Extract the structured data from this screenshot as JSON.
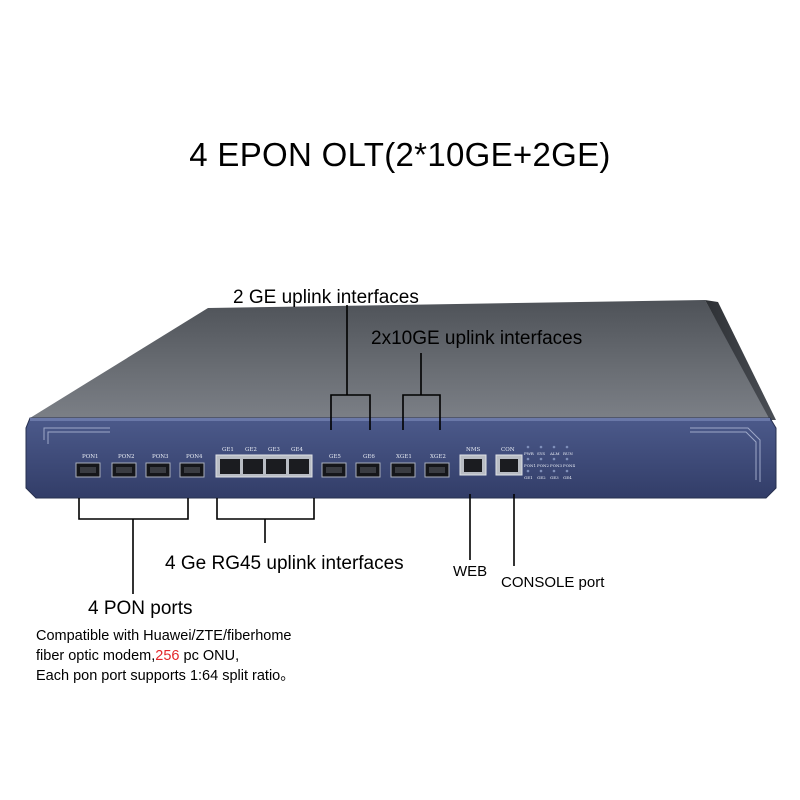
{
  "title": "4 EPON OLT(2*10GE+2GE)",
  "callouts": {
    "ge_uplink": "2 GE uplink interfaces",
    "tenge_uplink": "2x10GE uplink interfaces",
    "rj45_uplink": "4 Ge RG45 uplink interfaces",
    "pon_ports": "4 PON ports",
    "web": "WEB",
    "console": "CONSOLE port"
  },
  "description": {
    "line1": "Compatible with Huawei/ZTE/fiberhome",
    "line2_pre": " fiber optic modem,",
    "line2_highlight": "256",
    "line2_post": " pc ONU,",
    "line3": "Each pon port supports 1:64 split ratio。"
  },
  "panel_labels": {
    "pon": [
      "PON1",
      "PON2",
      "PON3",
      "PON4"
    ],
    "ge_rj45": [
      "GE1",
      "GE2",
      "GE3",
      "GE4"
    ],
    "ge_sfp": [
      "GE5",
      "GE6"
    ],
    "xge_sfp": [
      "XGE1",
      "XGE2"
    ],
    "nms": "NMS",
    "con": "CON",
    "leds": [
      [
        "PWR",
        "SYS",
        "ALM",
        "RUN"
      ],
      [
        "PON1",
        "PON2",
        "PON3",
        "PON4"
      ],
      [
        "GE1",
        "GE2",
        "GE3",
        "GE4"
      ]
    ]
  },
  "colors": {
    "highlight": "#e3262a",
    "panel_blue": "#3e4b7b",
    "chassis_top": "#5d6167"
  }
}
